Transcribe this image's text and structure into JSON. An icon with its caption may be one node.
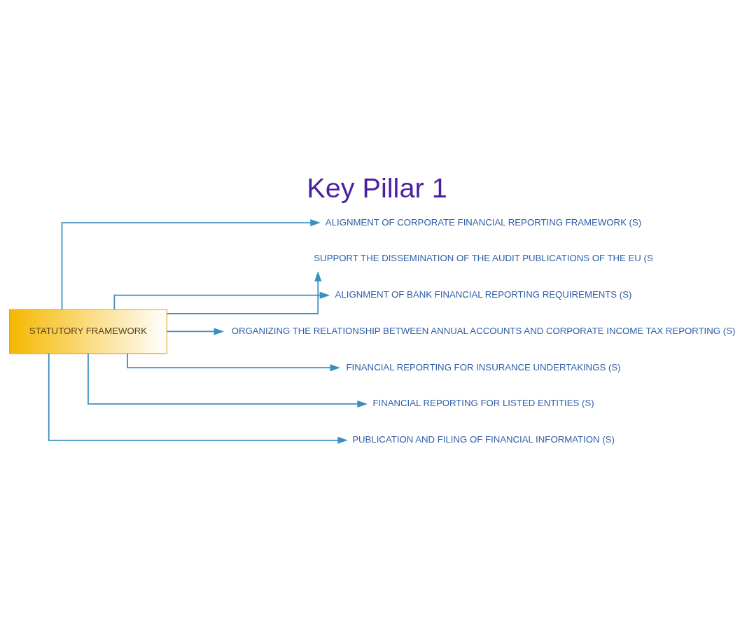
{
  "diagram": {
    "title": "Key Pillar 1",
    "nodes": [
      {
        "text": [
          "STATUTORY FRAMEWORK"
        ]
      },
      {
        "text": [
          "ALIGNMENT OF CORPORATE FINANCIAL REPORTING FRAMEWORK (S)"
        ]
      },
      {
        "text": [
          "SUPPORT THE DISSEMINATION OF THE AUDIT PUBLICATIONS OF THE EU (S"
        ]
      },
      {
        "text": [
          "ALIGNMENT OF BANK FINANCIAL REPORTING REQUIREMENTS (S)"
        ]
      },
      {
        "text": [
          "ORGANIZING THE RELATIONSHIP BETWEEN ANNUAL ACCOUNTS AND CORPORATE INCOME TAX REPORTING (S)"
        ]
      },
      {
        "text": [
          "FINANCIAL REPORTING FOR INSURANCE UNDERTAKINGS (S)"
        ]
      },
      {
        "text": [
          "FINANCIAL REPORTING FOR LISTED ENTITIES (S)"
        ]
      },
      {
        "text": [
          "PUBLICATION AND FILING OF FINANCIAL INFORMATION (S)"
        ]
      }
    ],
    "edges": [
      {
        "from": 0,
        "to": 1,
        "arrow": "to"
      },
      {
        "from": 0,
        "to": 2,
        "arrow": "to"
      },
      {
        "from": 0,
        "to": 3,
        "arrow": "to"
      },
      {
        "from": 0,
        "to": 4,
        "arrow": "to"
      },
      {
        "from": 0,
        "to": 5,
        "arrow": "to"
      },
      {
        "from": 0,
        "to": 6,
        "arrow": "to"
      },
      {
        "from": 0,
        "to": 7,
        "arrow": "to"
      }
    ]
  }
}
